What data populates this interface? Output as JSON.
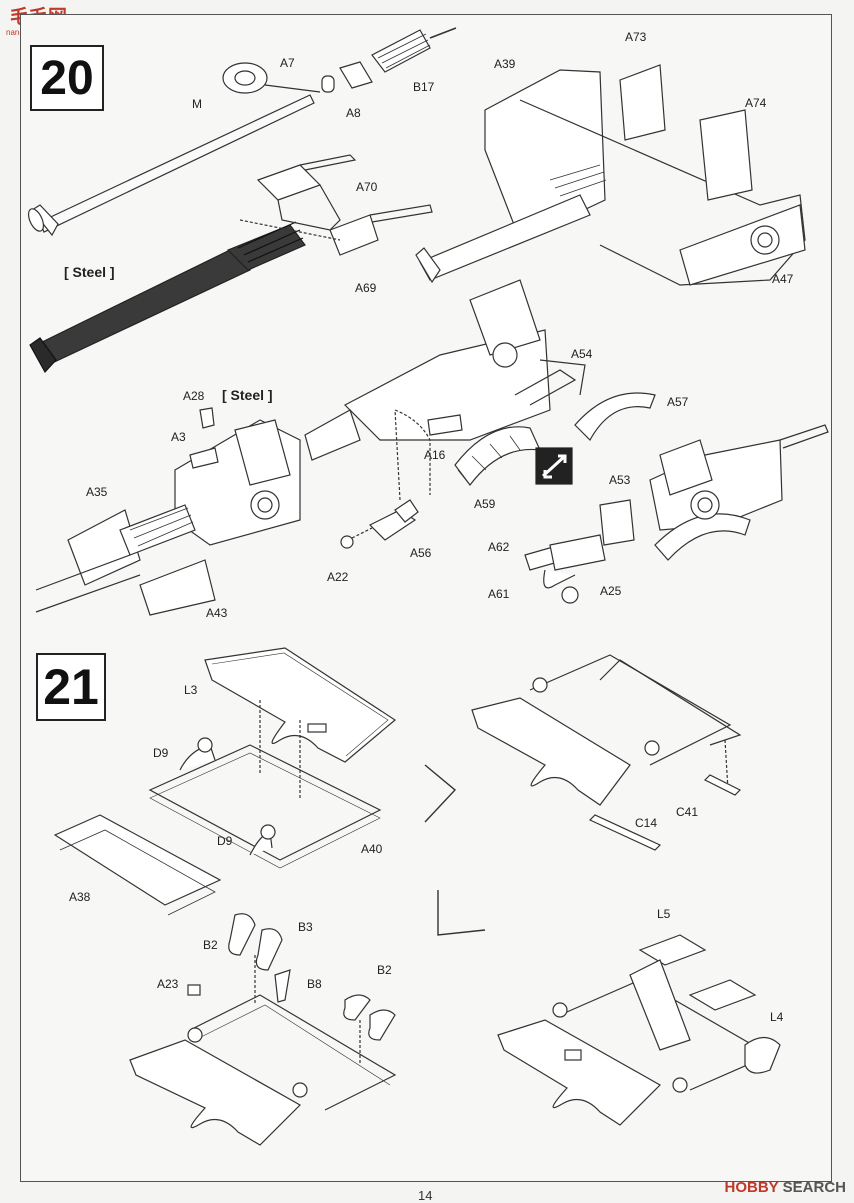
{
  "watermark": {
    "site_cn": "毛毛网",
    "site_url": "nan-shou.com"
  },
  "footer": {
    "brand_part1": "HOBBY",
    "brand_part2": "SEARCH",
    "page_number": "14"
  },
  "steps": {
    "step20": {
      "number": "20",
      "labels": {
        "M": "M",
        "A7": "A7",
        "A8": "A8",
        "B17": "B17",
        "A70": "A70",
        "A69": "A69",
        "steel_barrel": "[ Steel ]",
        "A39": "A39",
        "A73": "A73",
        "A74": "A74",
        "A47": "A47",
        "A28": "A28",
        "steel_parts": "[ Steel ]",
        "A3": "A3",
        "A35": "A35",
        "A43": "A43",
        "A16": "A16",
        "A59": "A59",
        "A54": "A54",
        "A57": "A57",
        "A53": "A53",
        "A56": "A56",
        "A22": "A22",
        "A62": "A62",
        "A61": "A61",
        "A25": "A25"
      }
    },
    "step21": {
      "number": "21",
      "labels": {
        "L3": "L3",
        "D9a": "D9",
        "D9b": "D9",
        "A40": "A40",
        "A38": "A38",
        "C41": "C41",
        "C14": "C14",
        "L5": "L5",
        "L4": "L4",
        "B2a": "B2",
        "B3": "B3",
        "B8": "B8",
        "A23": "A23",
        "B2b": "B2"
      }
    }
  },
  "colors": {
    "steel": "#3a3a3a",
    "line": "#333333",
    "frame": "#555555",
    "brand": "#c0392b"
  }
}
